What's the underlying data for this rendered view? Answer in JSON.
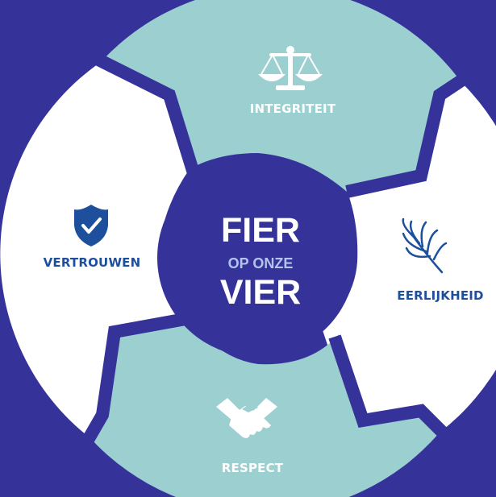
{
  "diagram": {
    "center": {
      "line1": "FIER",
      "line2": "OP ONZE",
      "line3": "VIER"
    },
    "segments": [
      {
        "label": "INTEGRITEIT",
        "icon": "scales-icon"
      },
      {
        "label": "EERLIJKHEID",
        "icon": "palm-leaf-icon"
      },
      {
        "label": "RESPECT",
        "icon": "handshake-icon"
      },
      {
        "label": "VERTROUWEN",
        "icon": "shield-check-icon"
      }
    ]
  },
  "colors": {
    "background": "#35339a",
    "teal": "#9ccfcf",
    "white": "#ffffff",
    "dark_blue": "#1d4f9c",
    "center_circle": "#35339a",
    "center_accent": "#b4c4ee"
  }
}
